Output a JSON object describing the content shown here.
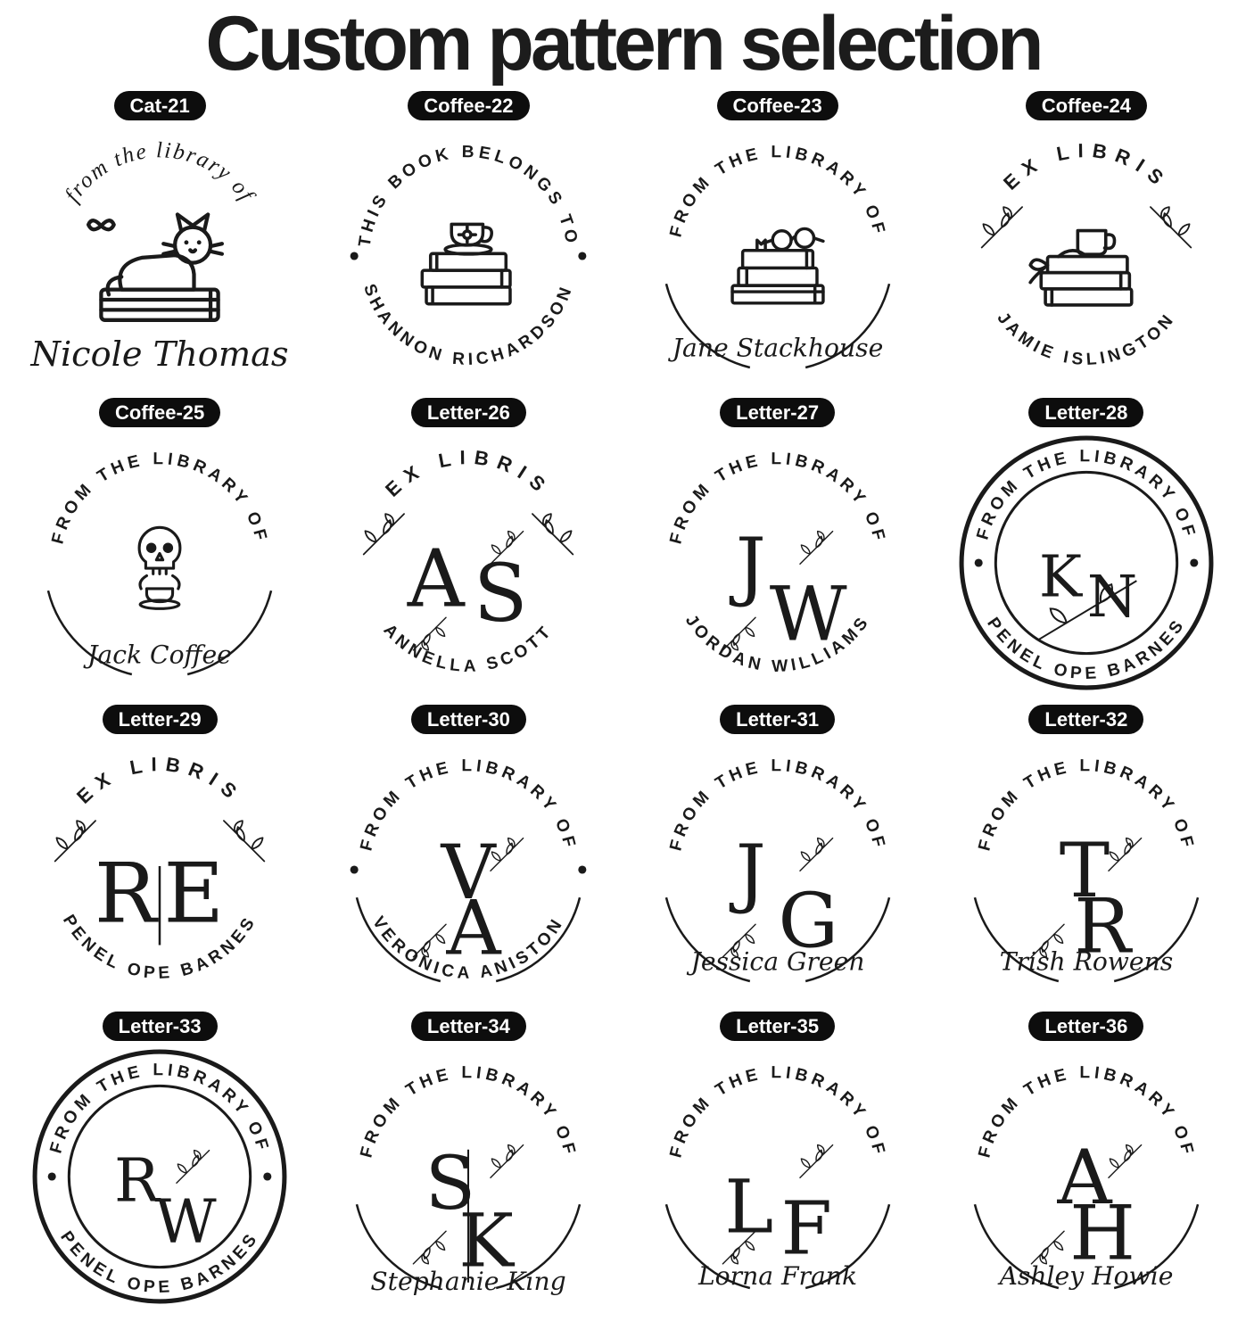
{
  "page": {
    "title": "Custom pattern selection",
    "ink_color": "#1a1a1a",
    "text_color": "#1c1c1c",
    "label_bg": "#0d0d0d",
    "label_text_color": "#ffffff"
  },
  "stamps": [
    {
      "id": "cat-21",
      "label": "Cat-21",
      "top_arc": "from the library of",
      "center": {
        "type": "icon",
        "icon": "cat-on-books-icon",
        "icon_ref": "#sym-cat-on-books"
      },
      "script_name": "Nicole Thomas",
      "border": "none",
      "dots": false,
      "sprigs": false
    },
    {
      "id": "coffee-22",
      "label": "Coffee-22",
      "top_arc": "THIS BOOK BELONGS TO",
      "center": {
        "type": "icon",
        "icon": "books-with-teacup-icon",
        "icon_ref": "#sym-books-teacup"
      },
      "bottom_arc": "SHANNON RICHARDSON",
      "border": "none",
      "dots": true,
      "sprigs": false
    },
    {
      "id": "coffee-23",
      "label": "Coffee-23",
      "top_arc": "FROM THE LIBRARY OF",
      "center": {
        "type": "icon",
        "icon": "books-with-glasses-icon",
        "icon_ref": "#sym-books-glasses"
      },
      "script_name": "Jane Stackhouse",
      "border": "arcs",
      "dots": false,
      "sprigs": false
    },
    {
      "id": "coffee-24",
      "label": "Coffee-24",
      "top_arc": "EX LIBRIS",
      "center": {
        "type": "icon",
        "icon": "books-with-coffee-mug-icon",
        "icon_ref": "#sym-books-mug"
      },
      "bottom_arc": "JAMIE ISLINGTON",
      "border": "none",
      "dots": false,
      "sprigs": true
    },
    {
      "id": "coffee-25",
      "label": "Coffee-25",
      "top_arc": "FROM THE LIBRARY OF",
      "center": {
        "type": "icon",
        "icon": "skull-drinking-coffee-icon",
        "icon_ref": "#sym-skull-cup"
      },
      "script_name": "Jack Coffee",
      "border": "arcs",
      "dots": false,
      "sprigs": false
    },
    {
      "id": "letter-26",
      "label": "Letter-26",
      "top_arc": "EX LIBRIS",
      "center": {
        "type": "monogram",
        "letters": [
          "A",
          "S"
        ],
        "arrangement": "side",
        "florals": true
      },
      "bottom_arc": "ANNELLA SCOTT",
      "border": "none",
      "dots": false,
      "sprigs": true
    },
    {
      "id": "letter-27",
      "label": "Letter-27",
      "top_arc": "FROM THE LIBRARY OF",
      "center": {
        "type": "monogram",
        "letters": [
          "J",
          "W"
        ],
        "arrangement": "diagonal",
        "florals": true
      },
      "bottom_arc": "JORDAN WILLIAMS",
      "border": "none",
      "dots": false,
      "sprigs": false
    },
    {
      "id": "letter-28",
      "label": "Letter-28",
      "top_arc": "FROM THE LIBRARY OF",
      "center": {
        "type": "monogram",
        "letters": [
          "K",
          "N"
        ],
        "arrangement": "side-divider-sprig",
        "florals": true
      },
      "bottom_arc": "PENEL OPE BARNES",
      "border": "double",
      "dots": false,
      "sprigs": false
    },
    {
      "id": "letter-29",
      "label": "Letter-29",
      "top_arc": "EX LIBRIS",
      "center": {
        "type": "monogram",
        "letters": [
          "R",
          "E"
        ],
        "arrangement": "side-divider",
        "florals": false
      },
      "bottom_arc": "PENEL OPE BARNES",
      "border": "none",
      "dots": false,
      "sprigs": true
    },
    {
      "id": "letter-30",
      "label": "Letter-30",
      "top_arc": "FROM THE LIBRARY OF",
      "center": {
        "type": "monogram",
        "letters": [
          "V",
          "A"
        ],
        "arrangement": "stacked",
        "florals": true
      },
      "bottom_arc": "VERONICA ANISTON",
      "border": "arcs",
      "dots": true,
      "sprigs": false
    },
    {
      "id": "letter-31",
      "label": "Letter-31",
      "top_arc": "FROM THE LIBRARY OF",
      "center": {
        "type": "monogram",
        "letters": [
          "J",
          "G"
        ],
        "arrangement": "diagonal",
        "florals": true
      },
      "script_name": "Jessica Green",
      "border": "arcs",
      "dots": false,
      "sprigs": false
    },
    {
      "id": "letter-32",
      "label": "Letter-32",
      "top_arc": "FROM THE LIBRARY OF",
      "center": {
        "type": "monogram",
        "letters": [
          "T",
          "R"
        ],
        "arrangement": "stacked-offset",
        "florals": true
      },
      "script_name": "Trish Rowens",
      "border": "arcs",
      "dots": false,
      "sprigs": false
    },
    {
      "id": "letter-33",
      "label": "Letter-33",
      "top_arc": "FROM THE LIBRARY OF",
      "center": {
        "type": "monogram",
        "letters": [
          "R",
          "W"
        ],
        "arrangement": "diagonal",
        "florals": true
      },
      "bottom_arc": "PENEL OPE BARNES",
      "border": "double",
      "dots": false,
      "sprigs": false
    },
    {
      "id": "letter-34",
      "label": "Letter-34",
      "top_arc": "FROM THE LIBRARY OF",
      "center": {
        "type": "monogram",
        "letters": [
          "S",
          "K"
        ],
        "arrangement": "stacked-divider",
        "florals": true
      },
      "script_name": "Stephanie King",
      "border": "arcs",
      "dots": false,
      "sprigs": false
    },
    {
      "id": "letter-35",
      "label": "Letter-35",
      "top_arc": "FROM THE LIBRARY OF",
      "center": {
        "type": "monogram",
        "letters": [
          "L",
          "F"
        ],
        "arrangement": "side-offset",
        "florals": true
      },
      "script_name": "Lorna Frank",
      "border": "arcs",
      "dots": false,
      "sprigs": false
    },
    {
      "id": "letter-36",
      "label": "Letter-36",
      "top_arc": "FROM THE LIBRARY OF",
      "center": {
        "type": "monogram",
        "letters": [
          "A",
          "H"
        ],
        "arrangement": "stacked-offset",
        "florals": true
      },
      "script_name": "Ashley Howie",
      "border": "arcs",
      "dots": false,
      "sprigs": false
    }
  ]
}
